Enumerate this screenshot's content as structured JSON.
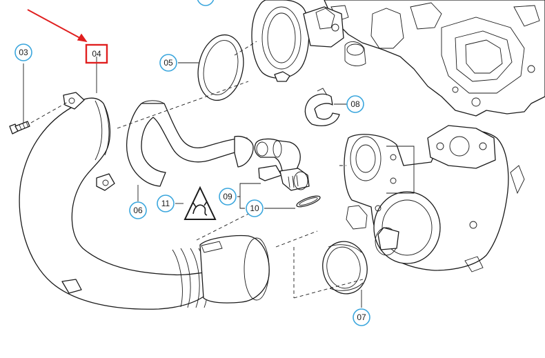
{
  "diagram": {
    "highlight_color": "#e01f1f",
    "callout_color": "#3aa6dd",
    "highlighted_part": "04",
    "callouts": [
      {
        "id": "01",
        "label": ""
      },
      {
        "id": "03",
        "label": "03"
      },
      {
        "id": "04",
        "label": "04"
      },
      {
        "id": "05",
        "label": "05"
      },
      {
        "id": "06",
        "label": "06"
      },
      {
        "id": "07",
        "label": "07"
      },
      {
        "id": "08",
        "label": "08"
      },
      {
        "id": "09",
        "label": "09"
      },
      {
        "id": "10",
        "label": "10"
      },
      {
        "id": "11",
        "label": "11"
      }
    ],
    "warning_symbol": "warning-triangle-icon"
  }
}
